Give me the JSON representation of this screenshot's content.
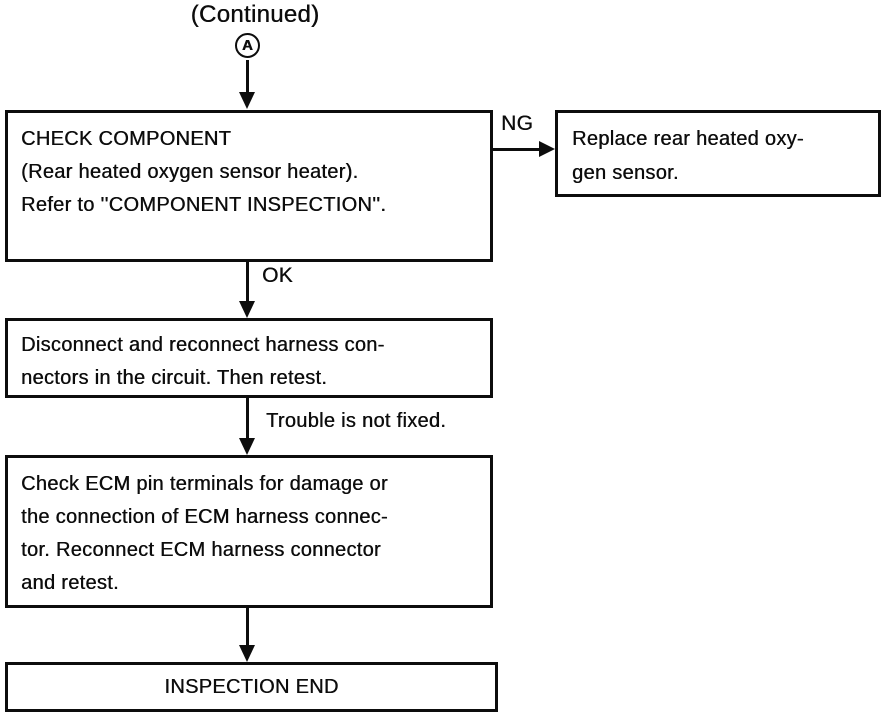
{
  "page": {
    "continued_label": "(Continued)",
    "connector_label": "A"
  },
  "nodes": {
    "check_component": {
      "line1": "CHECK COMPONENT",
      "line2": "(Rear heated oxygen sensor heater).",
      "line3": "Refer to ''COMPONENT INSPECTION''."
    },
    "replace_sensor": {
      "line1": "Replace rear heated oxy-",
      "line2": "gen sensor."
    },
    "reconnect_harness": {
      "line1": "Disconnect and reconnect harness con-",
      "line2": "nectors in the circuit. Then retest."
    },
    "check_ecm": {
      "line1": "Check ECM pin terminals for damage or",
      "line2": "the connection of ECM harness connec-",
      "line3": "tor. Reconnect ECM harness connector",
      "line4": "and retest."
    },
    "inspection_end": {
      "line1": "INSPECTION END"
    }
  },
  "edges": {
    "ng_label": "NG",
    "ok_label": "OK",
    "trouble_label": "Trouble is not fixed."
  },
  "colors": {
    "ink": "#0d0d0d",
    "background": "#ffffff"
  }
}
